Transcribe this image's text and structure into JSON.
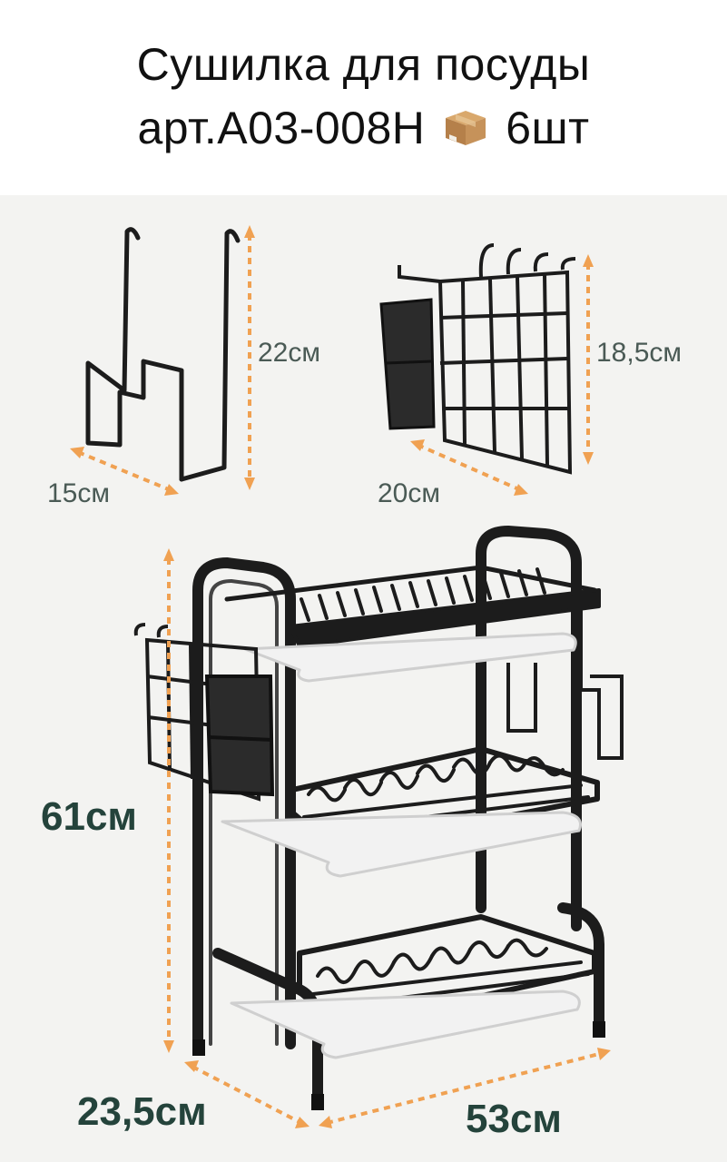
{
  "header": {
    "title_line1": "Сушилка для посуды",
    "title_line2_prefix": "арт.A03-008H",
    "box_icon": "package-box-emoji",
    "title_line2_suffix": "6шт"
  },
  "dimensions": {
    "hook_height": "22см",
    "hook_width": "15см",
    "basket_height": "18,5см",
    "basket_width": "20см",
    "rack_height": "61см",
    "rack_depth": "23,5см",
    "rack_width": "53см"
  },
  "colors": {
    "accent_arrow": "#f0a152",
    "dimension_text_big": "#24433b",
    "dimension_text_small": "#4a5a55",
    "product_metal": "#1c1c1c",
    "tray": "#f2f2f2",
    "background": "#f3f3f1"
  }
}
